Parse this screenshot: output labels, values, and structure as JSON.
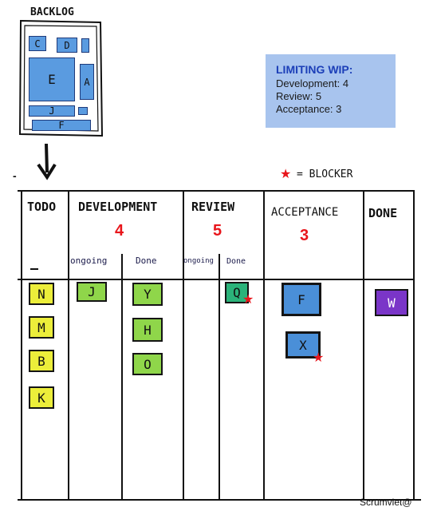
{
  "backlog": {
    "title": "BACKLOG",
    "cards": [
      "C",
      "D",
      "E",
      "A",
      "J",
      "F"
    ]
  },
  "wip": {
    "title": "LIMITING WIP:",
    "lines": [
      "Development: 4",
      "Review: 5",
      "Acceptance: 3"
    ]
  },
  "legend": {
    "text": "= BLOCKER",
    "color": "#e8151b"
  },
  "board": {
    "columns": [
      {
        "label": "TODO"
      },
      {
        "label": "DEVELOPMENT",
        "limit": "4",
        "sub": [
          "ongoing",
          "Done"
        ]
      },
      {
        "label": "REVIEW",
        "limit": "5",
        "sub": [
          "ongoing",
          "Done"
        ]
      },
      {
        "label": "ACCEPTANCE",
        "limit": "3"
      },
      {
        "label": "DONE"
      }
    ],
    "cards": {
      "todo": [
        "N",
        "M",
        "B",
        "K"
      ],
      "dev_ongoing": [
        "J"
      ],
      "dev_done": [
        "Y",
        "H",
        "O"
      ],
      "review_done": [
        "Q"
      ],
      "acceptance": [
        "F",
        "X"
      ],
      "done": [
        "W"
      ]
    }
  },
  "colors": {
    "todo": "#ecee3a",
    "dev": "#8fd64a",
    "review": "#2bb37a",
    "acceptance": "#4a8fd8",
    "done": "#7a35c8",
    "backlog": "#5a9be0"
  },
  "credit": "Scrumviet@"
}
